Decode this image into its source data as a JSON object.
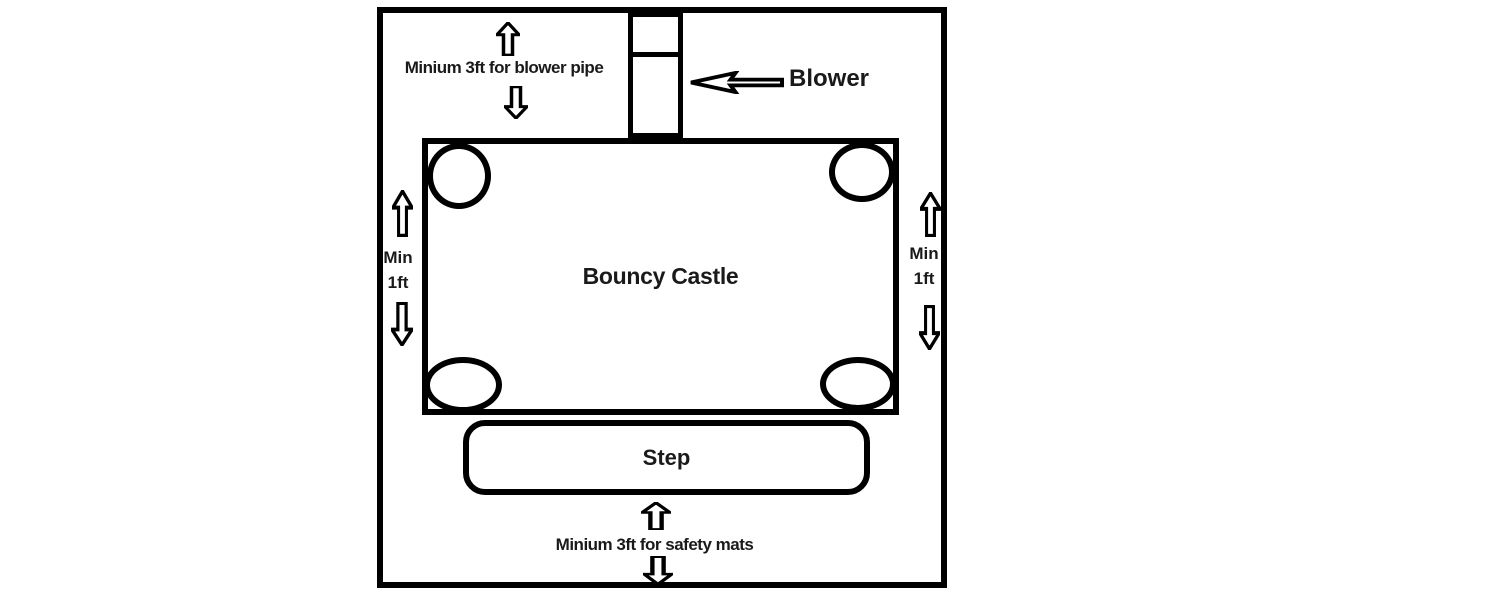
{
  "colors": {
    "line": "#000000",
    "text": "#1a1a1a",
    "background": "#ffffff"
  },
  "top_clearance": {
    "label": "Minium 3ft for blower pipe"
  },
  "blower": {
    "label": "Blower"
  },
  "castle": {
    "label": "Bouncy Castle"
  },
  "left_clearance": {
    "line1": "Min",
    "line2": "1ft"
  },
  "right_clearance": {
    "line1": "Min",
    "line2": "1ft"
  },
  "step": {
    "label": "Step"
  },
  "bottom_clearance": {
    "label": "Minium 3ft for safety mats"
  },
  "icons": {
    "up_arrow": "block-arrow-up",
    "down_arrow": "block-arrow-down",
    "left_arrow": "block-arrow-left"
  }
}
